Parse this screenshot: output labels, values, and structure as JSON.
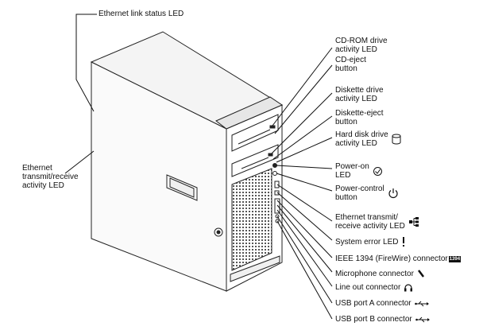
{
  "labels": {
    "ethernet_link": "Ethernet link status LED",
    "ethernet_activity_left": [
      "Ethernet",
      "transmit/receive",
      "activity LED"
    ],
    "cdrom_activity": [
      "CD-ROM drive",
      "activity LED"
    ],
    "cd_eject": [
      "CD-eject",
      "button"
    ],
    "diskette_activity": [
      "Diskette drive",
      "activity LED"
    ],
    "diskette_eject": [
      "Diskette-eject",
      "button"
    ],
    "hard_disk_activity": [
      "Hard disk drive",
      "activity LED"
    ],
    "power_on": [
      "Power-on",
      "LED"
    ],
    "power_control": [
      "Power-control",
      "button"
    ],
    "ethernet_activity_right": [
      "Ethernet transmit/",
      "receive activity LED"
    ],
    "system_error": "System error LED",
    "ieee1394": "IEEE 1394 (FireWire) connector",
    "ieee1394_badge": "1394",
    "microphone": "Microphone connector",
    "line_out": "Line out connector",
    "usb_a": "USB port A connector",
    "usb_b": "USB port B connector"
  },
  "icons": {
    "hard_disk": "cylinder-icon",
    "power_on": "power-led-icon",
    "power_control": "power-button-icon",
    "ethernet": "network-icon",
    "system_error": "exclamation-icon",
    "ieee1394": "firewire-icon",
    "microphone": "microphone-icon",
    "line_out": "headphones-icon",
    "usb": "usb-icon"
  }
}
